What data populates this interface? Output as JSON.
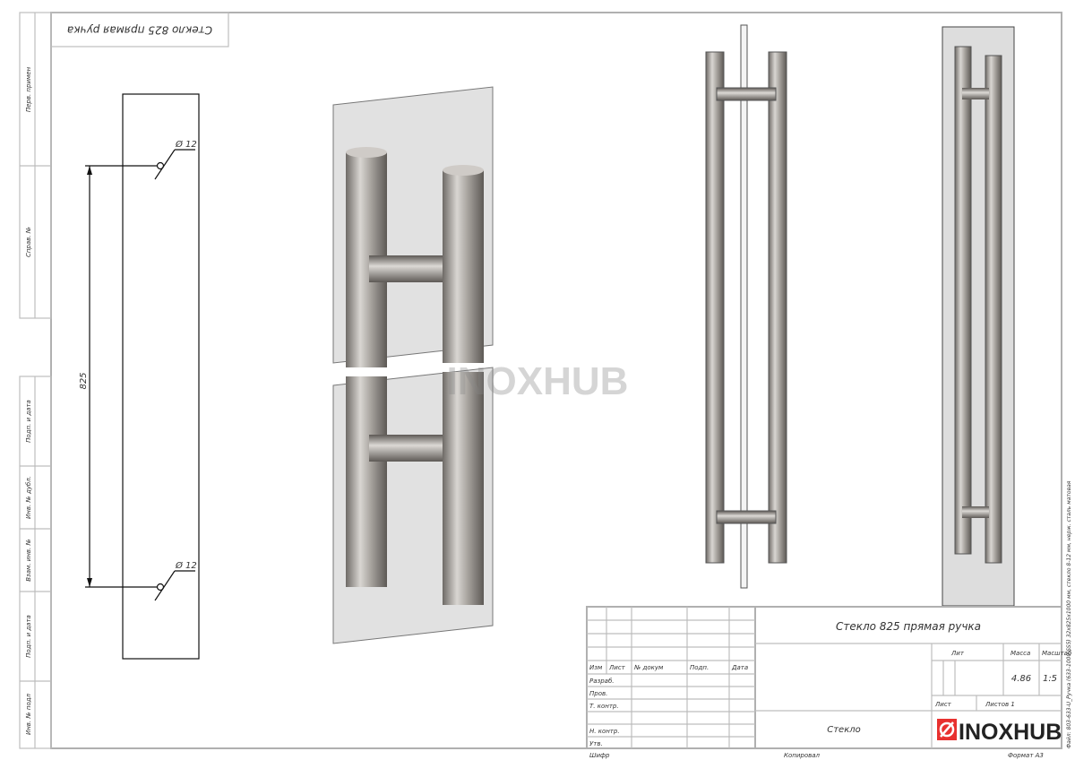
{
  "frame": {
    "side_labels": [
      "Перв. примен",
      "Справ. №",
      "Подп. и дата",
      "Инв. № дубл.",
      "Взам. инв. №",
      "Подп. и дата",
      "Инв. № подл"
    ],
    "inverted_title": "Стекло 825 прямая ручка",
    "file_note": "Файл: 803-633-U_Ручка (633-1000 SS5) 32x825x1000 мм, стекло 8-12 мм, нерж. сталь матовая"
  },
  "drawing": {
    "hole_diameter_top": "Ø 12",
    "hole_diameter_bottom": "Ø 12",
    "center_distance": "825",
    "watermark": "INOXHUB"
  },
  "title_block": {
    "title": "Стекло 825 прямая ручка",
    "headers": {
      "izm": "Изм",
      "list": "Лист",
      "doc": "№ докум",
      "sign": "Подп.",
      "date": "Дата"
    },
    "roles": [
      "Разраб.",
      "Пров.",
      "Т. контр.",
      "",
      "Н. контр.",
      "Утв."
    ],
    "lit_label": "Лит",
    "mass_label": "Масса",
    "scale_label": "Масштаб",
    "mass": "4.86",
    "scale": "1:5",
    "sheet_label": "Лист",
    "sheets_label": "Листов 1",
    "material": "Стекло",
    "logo": "INOXHUB",
    "logo_color": "#e8312f"
  },
  "footer": {
    "cipher": "Шифр",
    "copied": "Копировал",
    "format": "Формат А3"
  }
}
